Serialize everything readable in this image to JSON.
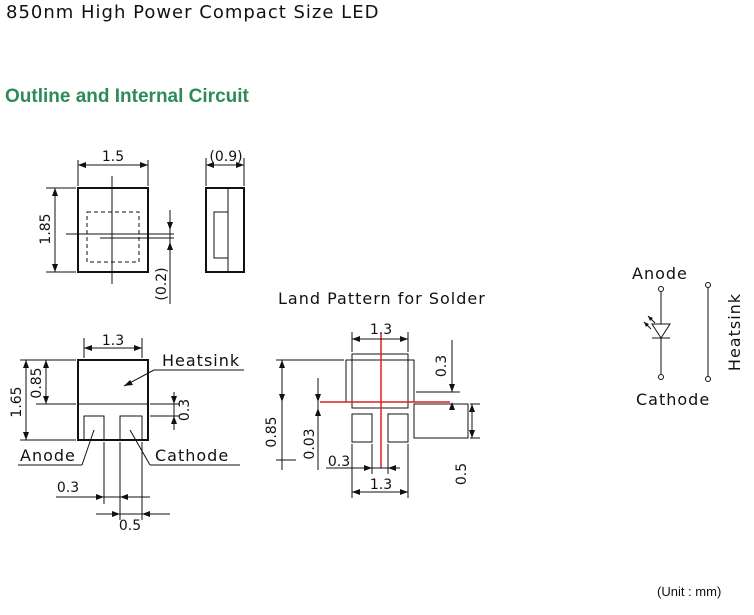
{
  "document": {
    "title": "850nm High Power Compact Size LED",
    "section_heading": "Outline and Internal Circuit",
    "unit_note": "(Unit : mm)"
  },
  "top_view": {
    "width_dim": "1.5",
    "height_dim": "1.85",
    "offset_dim": "(0.2)"
  },
  "side_view": {
    "thickness_dim": "(0.9)"
  },
  "bottom_view": {
    "pad_width_dim": "1.3",
    "total_height_dim": "1.65",
    "heatsink_height_dim": "0.85",
    "gap_dim": "0.3",
    "lead_gap_dim": "0.3",
    "lead_width_dim": "0.5",
    "heatsink_label": "Heatsink",
    "anode_label": "Anode",
    "cathode_label": "Cathode"
  },
  "land_pattern": {
    "title": "Land Pattern for Solder",
    "top_width_dim": "1.3",
    "right_top_dim": "0.3",
    "left_height_dim": "0.85",
    "left_small_dim": "0.03",
    "bottom_gap_dim": "0.3",
    "bottom_width_dim": "1.3",
    "right_bottom_dim": "0.5"
  },
  "circuit": {
    "anode_label": "Anode",
    "cathode_label": "Cathode",
    "heatsink_label": "Heatsink"
  }
}
